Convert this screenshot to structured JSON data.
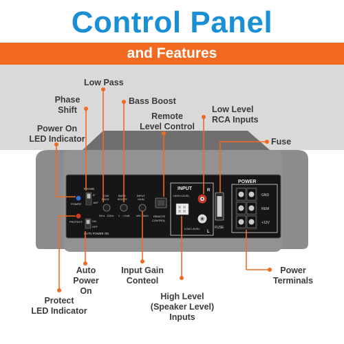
{
  "header": {
    "title": "Control Panel",
    "subtitle": "and Features"
  },
  "callouts": {
    "low_pass": "Low Pass",
    "phase_shift_1": "Phase",
    "phase_shift_2": "Shift",
    "bass_boost": "Bass Boost",
    "remote_1": "Remote",
    "remote_2": "Level Control",
    "low_level_1": "Low Level",
    "low_level_2": "RCA Inputs",
    "fuse": "Fuse",
    "power_on_1": "Power On",
    "power_on_2": "LED Indicator",
    "auto_power_1": "Auto",
    "auto_power_2": "Power On",
    "input_gain_1": "Input Gain",
    "input_gain_2": "Conteol",
    "power_terminals_1": "Power",
    "power_terminals_2": "Terminals",
    "protect_1": "Protect",
    "protect_2": "LED Indicator",
    "high_level_1": "High Level",
    "high_level_2": "(Speaker Level)",
    "high_level_3": "Inputs"
  },
  "panel": {
    "power_led": "POWER",
    "protect_led": "PROTECT",
    "phase": "PHASE",
    "phase_0": "0°",
    "phase_180": "180°",
    "low_pass_1": "LOW",
    "low_pass_2": "PASS",
    "low_pass_min": "50Hz",
    "low_pass_max": "120Hz",
    "bass_boost_1": "BASS",
    "bass_boost_2": "BOOST",
    "bass_boost_min": "0",
    "bass_boost_max": "+12dB",
    "input_gain_1": "INPUT",
    "input_gain_2": "GAIN",
    "input_gain_min": "MIN",
    "input_gain_max": "MAX",
    "remote_1": "REMOTE",
    "remote_2": "CONTROL",
    "input": "INPUT",
    "high_level": "HIGH LEVEL",
    "low_level": "LOW LEVEL",
    "r": "R",
    "l": "L",
    "fuse": "FUSE",
    "power": "POWER",
    "gnd": "GND",
    "rem": "REM",
    "plus12v": "+12V",
    "on": "ON",
    "off": "OFF",
    "auto_power_on": "AUTO POWER ON"
  },
  "colors": {
    "title_blue": "#1a8fd6",
    "band_orange": "#f26a21",
    "callout_orange": "#f26a21",
    "housing_gray": "#8a8a8a",
    "panel_black": "#161616"
  }
}
